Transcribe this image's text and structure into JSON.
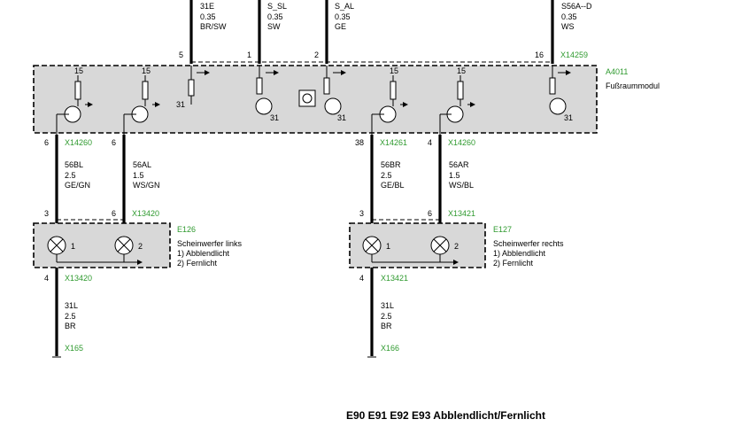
{
  "title": "E90 E91 E92 E93 Abblendlicht/Fernlicht",
  "colors": {
    "ref_text": "#2f9a2f",
    "box_fill": "#d8d8d8",
    "wire": "#000000"
  },
  "top_wires": [
    {
      "code": "31E",
      "size": "0.35",
      "color": "BR/SW",
      "pin": "5"
    },
    {
      "code": "S_SL",
      "size": "0.35",
      "color": "SW",
      "pin": "1"
    },
    {
      "code": "S_AL",
      "size": "0.35",
      "color": "GE",
      "pin": "2"
    },
    {
      "code": "S56A--D",
      "size": "0.35",
      "color": "WS",
      "pin": "16",
      "connector": "X14259"
    }
  ],
  "module": {
    "id": "A4011",
    "name": "Fußraummodul"
  },
  "internal_labels": {
    "supply": "15",
    "ground": "31"
  },
  "outputs": [
    {
      "pin": "6",
      "connector": "X14260",
      "code": "56BL",
      "size": "2.5",
      "color": "GE/GN"
    },
    {
      "pin": "6",
      "connector": "",
      "code": "56AL",
      "size": "1.5",
      "color": "WS/GN"
    },
    {
      "pin": "38",
      "connector": "X14261",
      "code": "56BR",
      "size": "2.5",
      "color": "GE/BL"
    },
    {
      "pin": "4",
      "connector": "X14260",
      "code": "56AR",
      "size": "1.5",
      "color": "WS/BL"
    }
  ],
  "lamps": [
    {
      "id": "E126",
      "name": "Scheinwerfer links",
      "item1": "1) Abblendlicht",
      "item2": "2) Fernlicht",
      "pin_a": "3",
      "pin_b": "6",
      "connector_top": "X13420",
      "pin_bottom": "4",
      "connector_bottom": "X13420",
      "num1": "1",
      "num2": "2",
      "ground": {
        "code": "31L",
        "size": "2.5",
        "color": "BR",
        "point": "X165"
      }
    },
    {
      "id": "E127",
      "name": "Scheinwerfer rechts",
      "item1": "1) Abblendlicht",
      "item2": "2) Fernlicht",
      "pin_a": "3",
      "pin_b": "6",
      "connector_top": "X13421",
      "pin_bottom": "4",
      "connector_bottom": "X13421",
      "num1": "1",
      "num2": "2",
      "ground": {
        "code": "31L",
        "size": "2.5",
        "color": "BR",
        "point": "X166"
      }
    }
  ]
}
